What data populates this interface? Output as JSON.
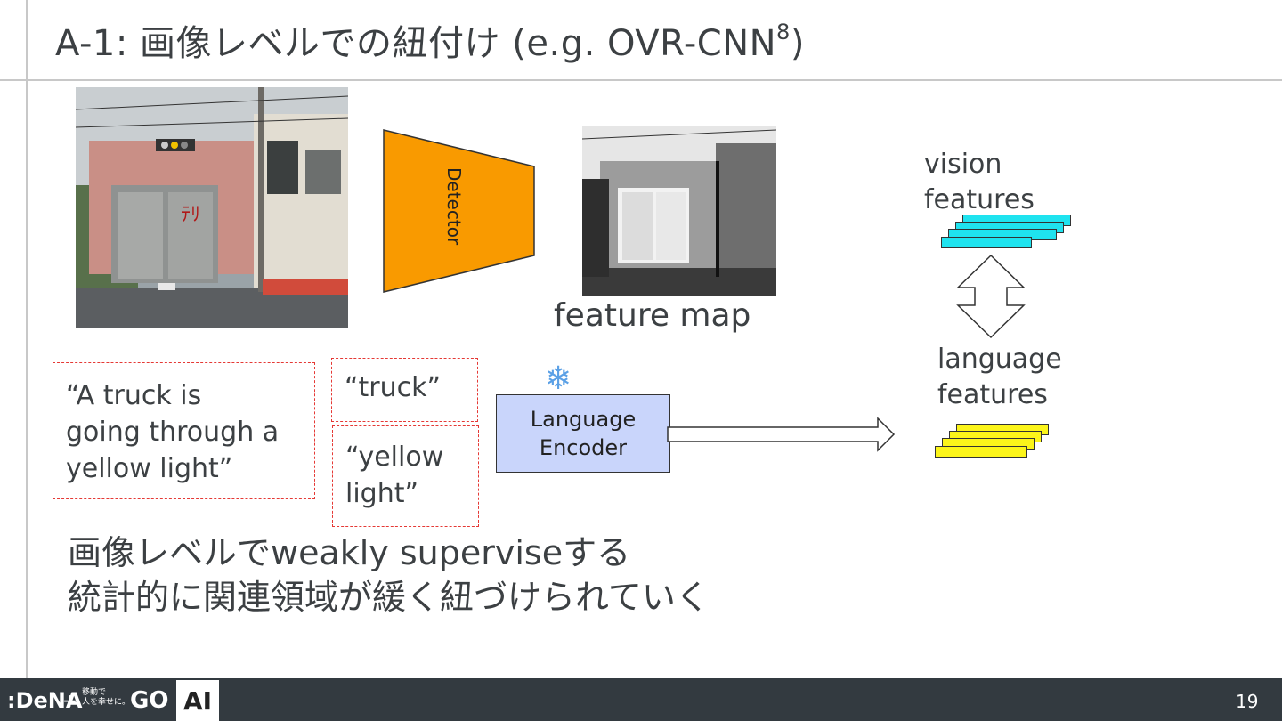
{
  "slide": {
    "title": "A-1: 画像レベルでの紐付け (e.g. OVR-CNN",
    "title_superscript": "8",
    "title_close": ")",
    "page_number": "19"
  },
  "diagram": {
    "detector_label": "Detector",
    "feature_map_label": "feature map",
    "vision_features_label": "vision\nfeatures",
    "language_features_label": "language\nfeatures",
    "encoder_label": "Language\nEncoder",
    "snowflake": "❄",
    "captions": {
      "sentence": "“A truck is\ngoing through a\nyellow light”",
      "word_truck": "“truck”",
      "word_yellow_light": "“yellow\nlight”"
    },
    "colors": {
      "detector": "#f99a00",
      "vision_feature": "#1fe3ef",
      "language_feature": "#fcf51a",
      "encoder": "#c9d5fb",
      "caption_border": "#e53935"
    }
  },
  "summary": {
    "line1": "画像レベルでweakly superviseする",
    "line2": "統計的に関連領域が緩く紐づけられていく"
  },
  "footer": {
    "logo_dena": ":DeNA",
    "plus": "+",
    "slogan": "移動で\n人を幸せに。",
    "logo_go": "GO",
    "ai_badge": "AI"
  }
}
